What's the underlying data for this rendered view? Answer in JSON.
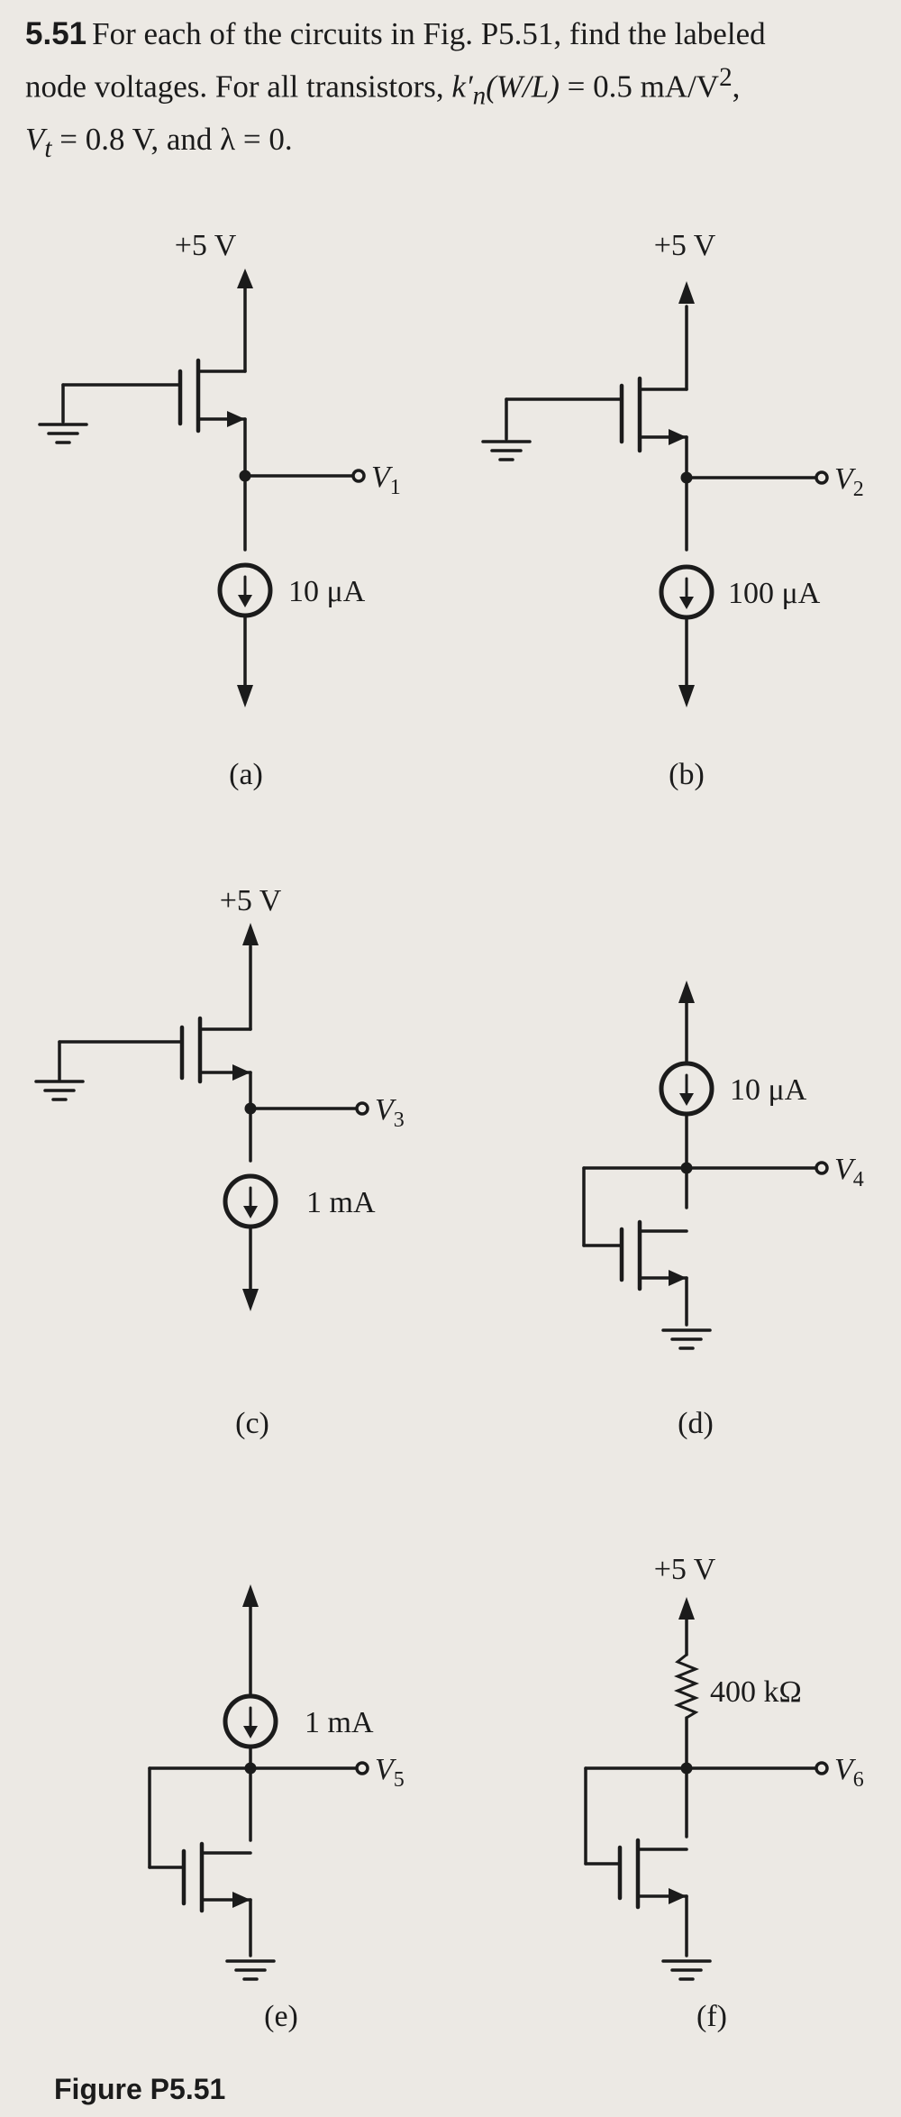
{
  "problem": {
    "number": "5.51",
    "line1": "For each of the circuits in Fig. P5.51, find the labeled",
    "line2a": "node voltages. For all transistors, ",
    "kprime": "k′",
    "ksub": "n",
    "wl": "(W/L)",
    "line2b": " = 0.5 mA/V",
    "line2sup": "2",
    "line2c": ",",
    "vt": "V",
    "vtsub": "t",
    "line3": " = 0.8 V, and λ = 0."
  },
  "circuits": {
    "a": {
      "supply": "+5 V",
      "node": "V",
      "node_sub": "1",
      "current": "10 μA",
      "caption": "(a)"
    },
    "b": {
      "supply": "+5 V",
      "node": "V",
      "node_sub": "2",
      "current": "100 μA",
      "caption": "(b)"
    },
    "c": {
      "supply": "+5 V",
      "node": "V",
      "node_sub": "3",
      "current": "1 mA",
      "caption": "(c)"
    },
    "d": {
      "node": "V",
      "node_sub": "4",
      "current": "10 μA",
      "caption": "(d)"
    },
    "e": {
      "node": "V",
      "node_sub": "5",
      "current": "1 mA",
      "caption": "(e)"
    },
    "f": {
      "supply": "+5 V",
      "node": "V",
      "node_sub": "6",
      "resistor": "400 kΩ",
      "caption": "(f)"
    }
  },
  "figure_caption": "Figure P5.51"
}
